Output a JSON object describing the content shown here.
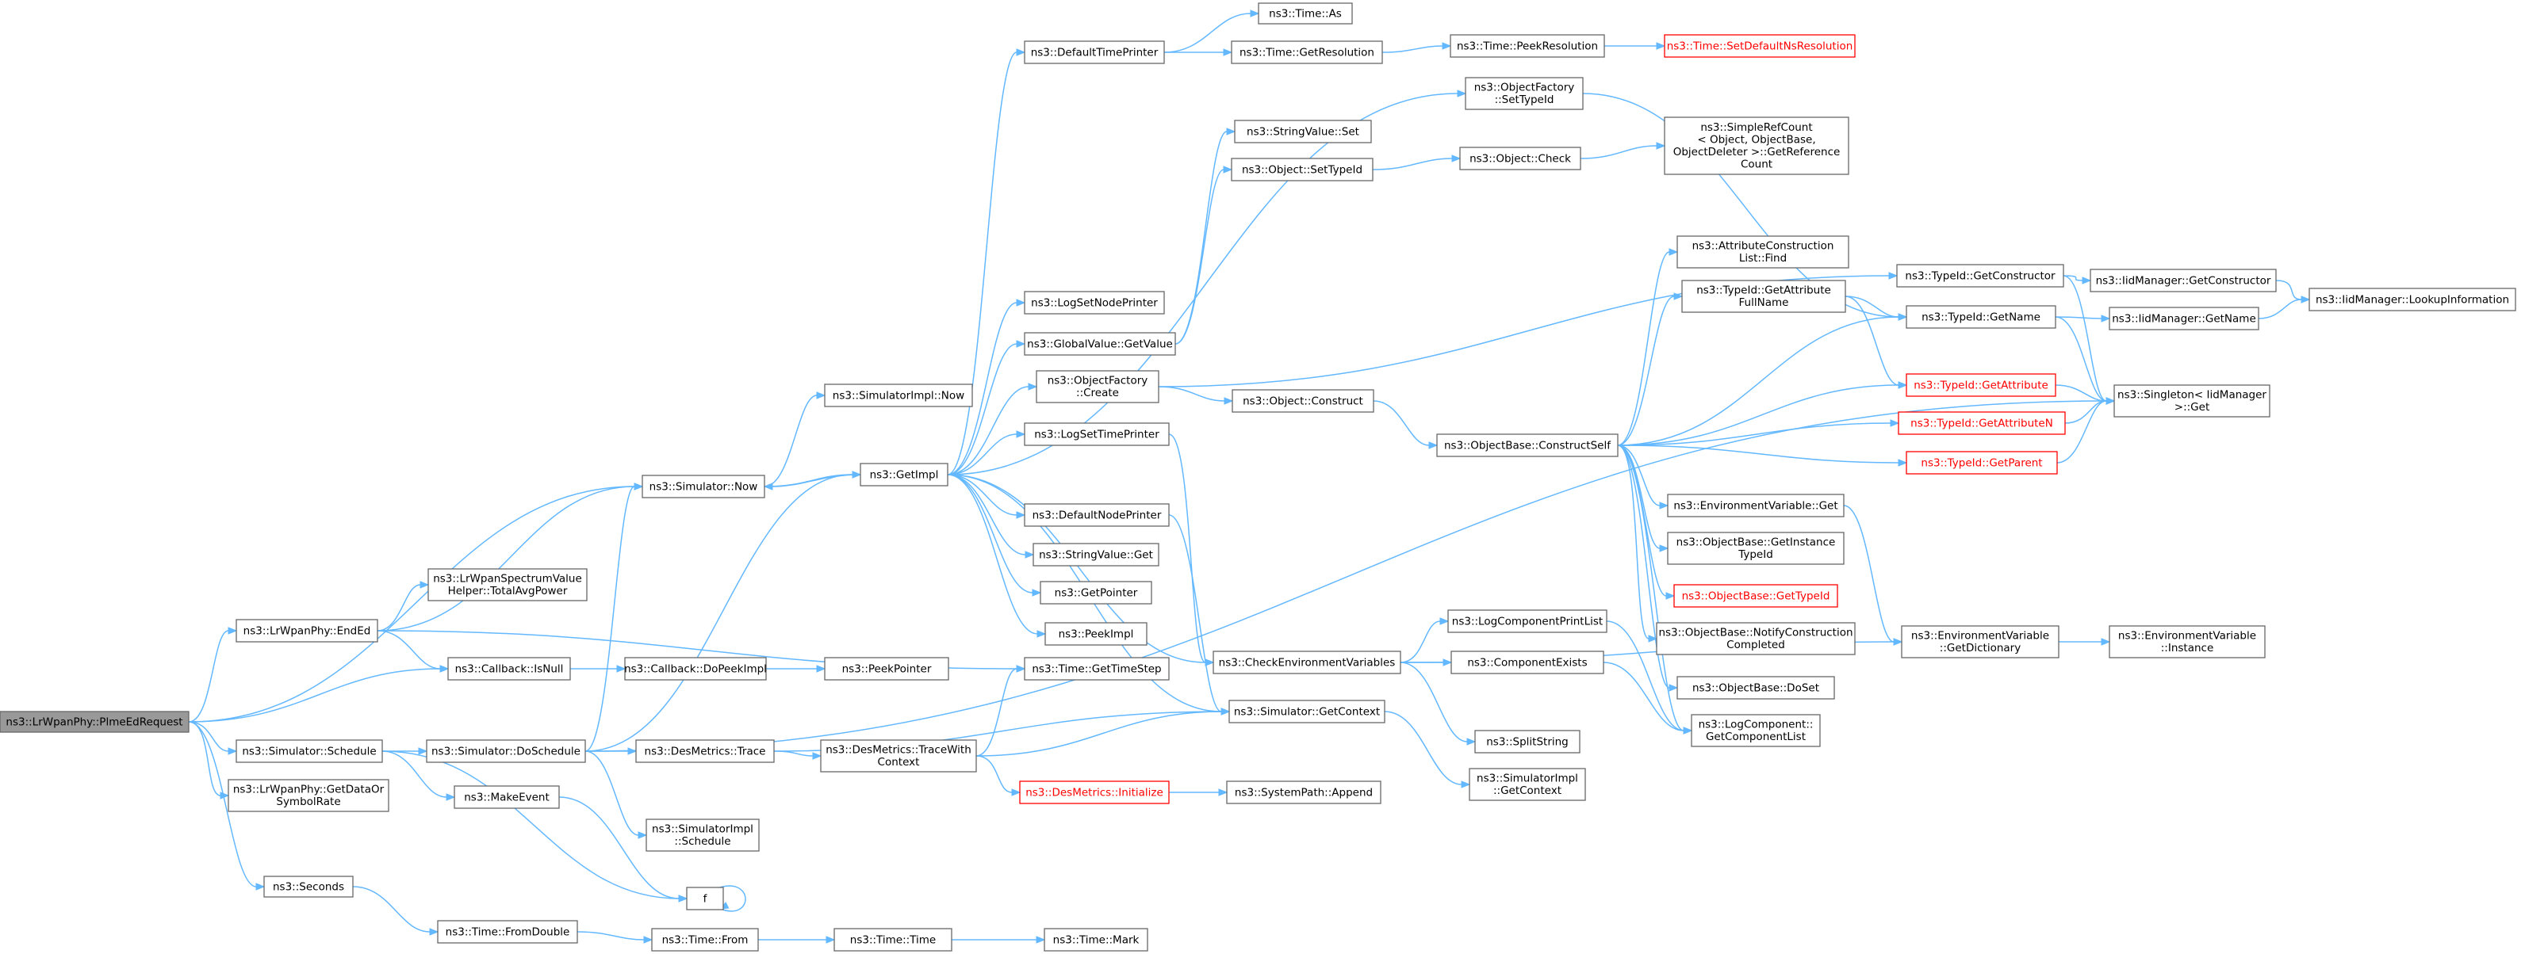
{
  "graph": {
    "nodes": [
      {
        "id": "root",
        "lines": [
          "ns3::LrWpanPhy::PlmeEdRequest"
        ],
        "style": "root"
      },
      {
        "id": "simnow",
        "lines": [
          "ns3::Simulator::Now"
        ]
      },
      {
        "id": "endEd",
        "lines": [
          "ns3::LrWpanPhy::EndEd"
        ]
      },
      {
        "id": "cbisnull",
        "lines": [
          "ns3::Callback::IsNull"
        ]
      },
      {
        "id": "schedule",
        "lines": [
          "ns3::Simulator::Schedule"
        ]
      },
      {
        "id": "getdata",
        "lines": [
          "ns3::LrWpanPhy::GetDataOr",
          "SymbolRate"
        ]
      },
      {
        "id": "seconds",
        "lines": [
          "ns3::Seconds"
        ]
      },
      {
        "id": "lrspec",
        "lines": [
          "ns3::LrWpanSpectrumValue",
          "Helper::TotalAvgPower"
        ]
      },
      {
        "id": "cbdopeek",
        "lines": [
          "ns3::Callback::DoPeekImpl"
        ]
      },
      {
        "id": "peekptr",
        "lines": [
          "ns3::PeekPointer"
        ]
      },
      {
        "id": "doschedule",
        "lines": [
          "ns3::Simulator::DoSchedule"
        ]
      },
      {
        "id": "makeevent",
        "lines": [
          "ns3::MakeEvent"
        ]
      },
      {
        "id": "f",
        "lines": [
          "f"
        ]
      },
      {
        "id": "fromdouble",
        "lines": [
          "ns3::Time::FromDouble"
        ]
      },
      {
        "id": "from",
        "lines": [
          "ns3::Time::From"
        ]
      },
      {
        "id": "time",
        "lines": [
          "ns3::Time::Time"
        ]
      },
      {
        "id": "mark",
        "lines": [
          "ns3::Time::Mark"
        ]
      },
      {
        "id": "simimplnow",
        "lines": [
          "ns3::SimulatorImpl::Now"
        ]
      },
      {
        "id": "getimpl",
        "lines": [
          "ns3::GetImpl"
        ]
      },
      {
        "id": "simimplsched",
        "lines": [
          "ns3::SimulatorImpl",
          "::Schedule"
        ]
      },
      {
        "id": "desmtrace",
        "lines": [
          "ns3::DesMetrics::Trace"
        ]
      },
      {
        "id": "desmtracewith",
        "lines": [
          "ns3::DesMetrics::TraceWith",
          "Context"
        ]
      },
      {
        "id": "desminit",
        "lines": [
          "ns3::DesMetrics::Initialize"
        ],
        "style": "red"
      },
      {
        "id": "syspath",
        "lines": [
          "ns3::SystemPath::Append"
        ]
      },
      {
        "id": "defprinter",
        "lines": [
          "ns3::DefaultTimePrinter"
        ]
      },
      {
        "id": "timeas",
        "lines": [
          "ns3::Time::As"
        ]
      },
      {
        "id": "getres",
        "lines": [
          "ns3::Time::GetResolution"
        ]
      },
      {
        "id": "peekres",
        "lines": [
          "ns3::Time::PeekResolution"
        ]
      },
      {
        "id": "setdefns",
        "lines": [
          "ns3::Time::SetDefaultNsResolution"
        ],
        "style": "red"
      },
      {
        "id": "logsetnode",
        "lines": [
          "ns3::LogSetNodePrinter"
        ]
      },
      {
        "id": "gvget",
        "lines": [
          "ns3::GlobalValue::GetValue"
        ]
      },
      {
        "id": "ofcreate",
        "lines": [
          "ns3::ObjectFactory",
          "::Create"
        ]
      },
      {
        "id": "logsettime",
        "lines": [
          "ns3::LogSetTimePrinter"
        ]
      },
      {
        "id": "defnode",
        "lines": [
          "ns3::DefaultNodePrinter"
        ]
      },
      {
        "id": "svget",
        "lines": [
          "ns3::StringValue::Get"
        ]
      },
      {
        "id": "getptr",
        "lines": [
          "ns3::GetPointer"
        ]
      },
      {
        "id": "peekimpl",
        "lines": [
          "ns3::PeekImpl"
        ]
      },
      {
        "id": "timestep",
        "lines": [
          "ns3::Time::GetTimeStep"
        ]
      },
      {
        "id": "svset",
        "lines": [
          "ns3::StringValue::Set"
        ]
      },
      {
        "id": "objsettid",
        "lines": [
          "ns3::Object::SetTypeId"
        ]
      },
      {
        "id": "objcheck",
        "lines": [
          "ns3::Object::Check"
        ]
      },
      {
        "id": "simplerc",
        "lines": [
          "ns3::SimpleRefCount",
          "< Object, ObjectBase,",
          "ObjectDeleter >::GetReference",
          "Count"
        ]
      },
      {
        "id": "ofsettid",
        "lines": [
          "ns3::ObjectFactory",
          "::SetTypeId"
        ]
      },
      {
        "id": "objconstruct",
        "lines": [
          "ns3::Object::Construct"
        ]
      },
      {
        "id": "checkenv",
        "lines": [
          "ns3::CheckEnvironmentVariables"
        ]
      },
      {
        "id": "simgetctx",
        "lines": [
          "ns3::Simulator::GetContext"
        ]
      },
      {
        "id": "objbasecs",
        "lines": [
          "ns3::ObjectBase::ConstructSelf"
        ]
      },
      {
        "id": "logcompprint",
        "lines": [
          "ns3::LogComponentPrintList"
        ]
      },
      {
        "id": "compexists",
        "lines": [
          "ns3::ComponentExists"
        ]
      },
      {
        "id": "splitstr",
        "lines": [
          "ns3::SplitString"
        ]
      },
      {
        "id": "simimplgetctx",
        "lines": [
          "ns3::SimulatorImpl",
          "::GetContext"
        ]
      },
      {
        "id": "attrfind",
        "lines": [
          "ns3::AttributeConstruction",
          "List::Find"
        ]
      },
      {
        "id": "getattrfull",
        "lines": [
          "ns3::TypeId::GetAttribute",
          "FullName"
        ]
      },
      {
        "id": "envget",
        "lines": [
          "ns3::EnvironmentVariable::Get"
        ]
      },
      {
        "id": "obgetinst",
        "lines": [
          "ns3::ObjectBase::GetInstance",
          "TypeId"
        ]
      },
      {
        "id": "obgettid",
        "lines": [
          "ns3::ObjectBase::GetTypeId"
        ],
        "style": "red"
      },
      {
        "id": "obnotify",
        "lines": [
          "ns3::ObjectBase::NotifyConstruction",
          "Completed"
        ]
      },
      {
        "id": "obdoset",
        "lines": [
          "ns3::ObjectBase::DoSet"
        ]
      },
      {
        "id": "logcomplist",
        "lines": [
          "ns3::LogComponent::",
          "GetComponentList"
        ]
      },
      {
        "id": "tidgetctor",
        "lines": [
          "ns3::TypeId::GetConstructor"
        ]
      },
      {
        "id": "tidgetname",
        "lines": [
          "ns3::TypeId::GetName"
        ]
      },
      {
        "id": "tidgetattr",
        "lines": [
          "ns3::TypeId::GetAttribute"
        ],
        "style": "red"
      },
      {
        "id": "tidgetattrn",
        "lines": [
          "ns3::TypeId::GetAttributeN"
        ],
        "style": "red"
      },
      {
        "id": "tidgetparent",
        "lines": [
          "ns3::TypeId::GetParent"
        ],
        "style": "red"
      },
      {
        "id": "envgetdict",
        "lines": [
          "ns3::EnvironmentVariable",
          "::GetDictionary"
        ]
      },
      {
        "id": "iidgetctor",
        "lines": [
          "ns3::IidManager::GetConstructor"
        ]
      },
      {
        "id": "iidgetname",
        "lines": [
          "ns3::IidManager::GetName"
        ]
      },
      {
        "id": "singleton",
        "lines": [
          "ns3::Singleton< IidManager",
          ">::Get"
        ]
      },
      {
        "id": "envinst",
        "lines": [
          "ns3::EnvironmentVariable",
          "::Instance"
        ]
      },
      {
        "id": "iidlookup",
        "lines": [
          "ns3::IidManager::LookupInformation"
        ]
      }
    ]
  }
}
